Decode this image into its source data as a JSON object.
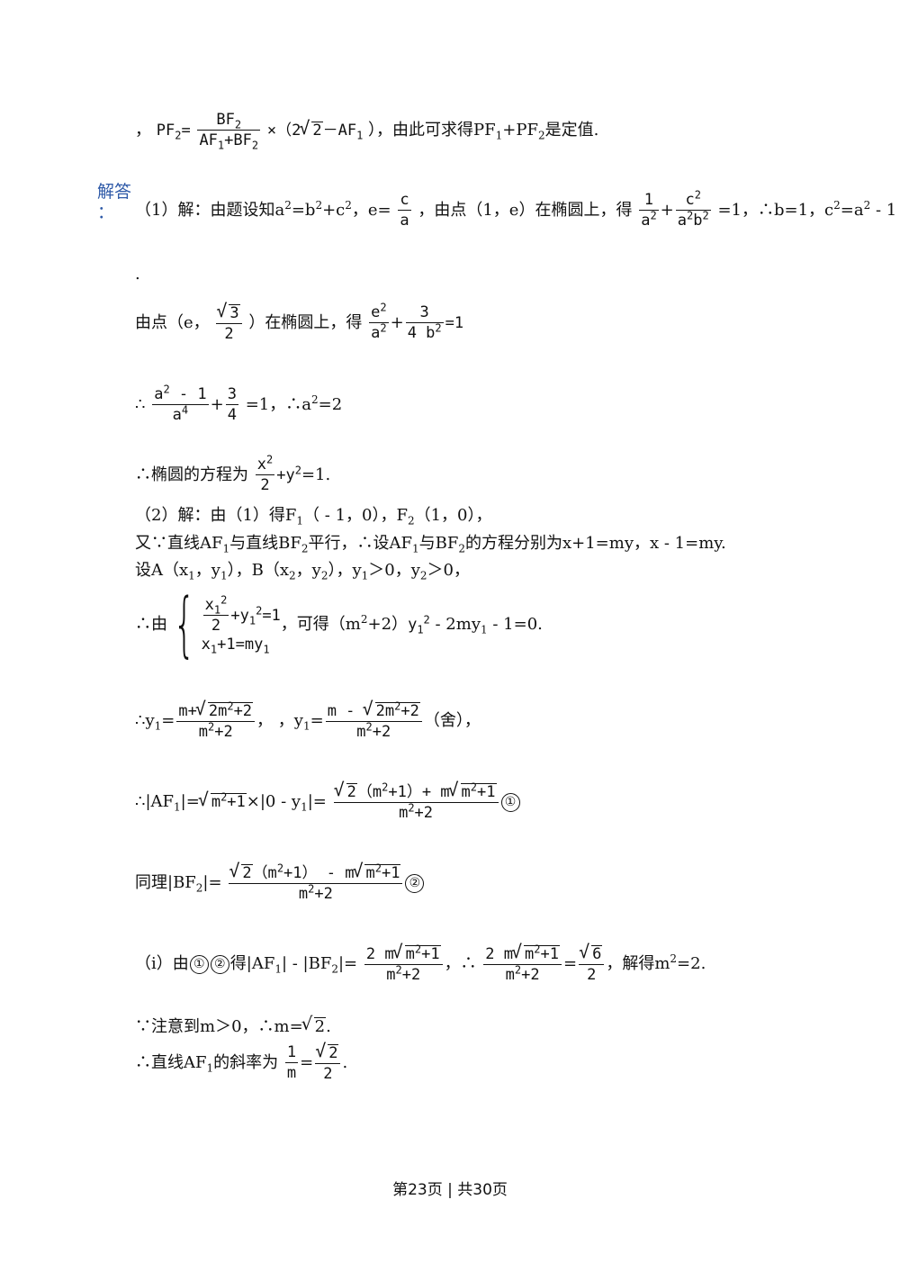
{
  "label": {
    "answer": "解答",
    "colon": "："
  },
  "line_top": {
    "lead": "，",
    "lhs": "PF",
    "frac_num": "BF",
    "frac_den_a": "AF",
    "frac_den_b": "+BF",
    "times": "×（2",
    "root": "2",
    "tail": "－AF",
    "text": "），由此可求得PF",
    "text2": "+PF",
    "text3": "是定值."
  },
  "part1": {
    "intro": "（1）解：由题设知a",
    "mid1": "=b",
    "mid2": "+c",
    "mid3": "，e=",
    "mid4": "，由点（1，e）在椭圆上，得",
    "res": "=1，∴b=1，c",
    "res2": "=a",
    "res3": " - 1",
    "dot": "."
  },
  "line2": {
    "a": "由点（e，",
    "root": "3",
    "den": "2",
    "b": "）在椭圆上，得",
    "c": "=1"
  },
  "line3": {
    "a": "∴",
    "n1": "a",
    "n1b": " - 1",
    "d1": "a",
    "c": "=1，∴a",
    "d": "=2"
  },
  "line4": {
    "a": "∴椭圆的方程为",
    "b": "=1."
  },
  "part2": {
    "l1": "（2）解：由（1）得F",
    "l1b": "（ - 1，0），F",
    "l1c": "（1，0），",
    "l2": "又∵直线AF",
    "l2b": "与直线BF",
    "l2c": "平行，∴设AF",
    "l2d": "与BF",
    "l2e": "的方程分别为x+1=my，x - 1=my.",
    "l3": "设A（x",
    "l3b": "，y",
    "l3c": "），B（x",
    "l3d": "，y",
    "l3e": "），y",
    "l3f": "＞0，y",
    "l3g": "＞0，"
  },
  "system": {
    "a": "∴由",
    "eq2": "=1",
    "eq3": "x",
    "eq3b": "+1=my",
    "b": "，可得（m",
    "c": "+2）",
    "d": " - 2my",
    "e": " - 1=0."
  },
  "y1": {
    "a": "∴y",
    "b": "，y",
    "c": "（舍），"
  },
  "af": {
    "a": "∴|AF",
    "b": "|=",
    "c": "×|0 - y",
    "d": "|=",
    "c1": "①"
  },
  "bf": {
    "a": "同理|BF",
    "b": "|=",
    "c2": "②"
  },
  "diff": {
    "a": "（i）由",
    "c1": "①",
    "c2": "②",
    "b": "得|AF",
    "c": "| - |BF",
    "d": "|=",
    "e": "，∴",
    "f": "=",
    "g": "，解得m",
    "h": "=2."
  },
  "note": {
    "a": "∵注意到m＞0，∴m=",
    "root": "2",
    "b": "."
  },
  "slope": {
    "a": "∴直线AF",
    "b": "的斜率为",
    "c": "=",
    "d": "."
  },
  "footer": {
    "text": "第23页 | 共30页"
  }
}
